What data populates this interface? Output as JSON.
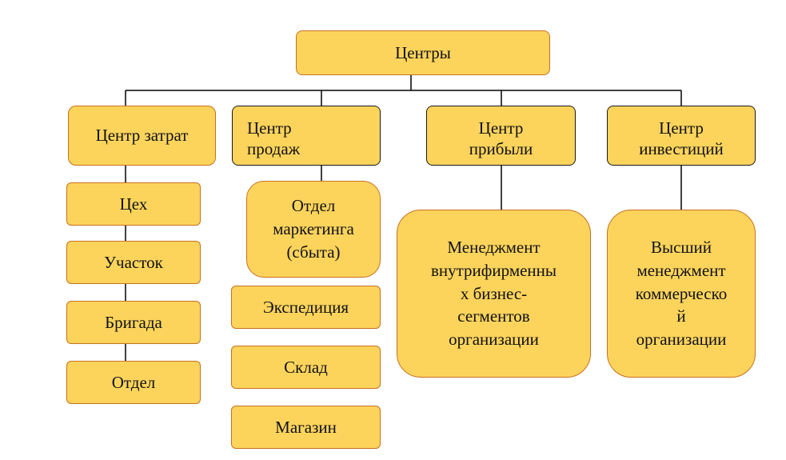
{
  "root": "Центры",
  "centers": {
    "costs": "Центр затрат",
    "sales_1": "Центр",
    "sales_2": "продаж",
    "profit_1": "Центр",
    "profit_2": "прибыли",
    "invest_1": "Центр",
    "invest_2": "инвестиций"
  },
  "costs_items": [
    "Цех",
    "Участок",
    "Бригада",
    "Отдел"
  ],
  "sales_items": {
    "marketing": [
      "Отдел",
      "маркетинга",
      "(сбыта)"
    ],
    "rest": [
      "Экспедиция",
      "Склад",
      "Магазин"
    ]
  },
  "profit_detail": [
    "Менеджмент",
    "внутрифирменны",
    "х бизнес-",
    "сегментов",
    "организации"
  ],
  "invest_detail": [
    "Высший",
    "менеджмент",
    "коммерческо",
    "й",
    "организации"
  ]
}
